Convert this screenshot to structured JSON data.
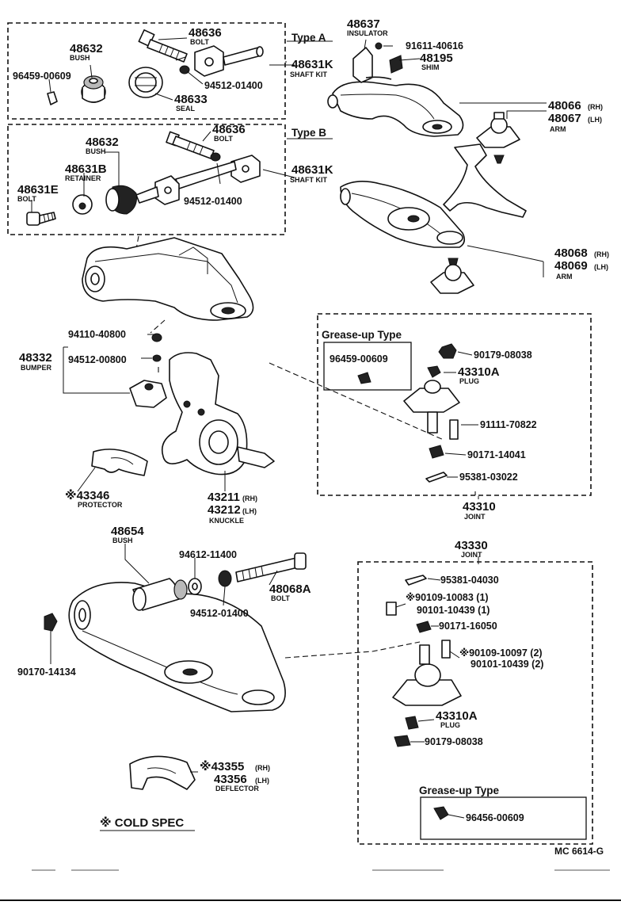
{
  "boxes": {
    "type_a": "Type A",
    "type_b": "Type B",
    "grease_up_1": "Grease-up Type",
    "grease_up_2": "Grease-up Type"
  },
  "labels": {
    "p48636a": "48636",
    "p48636a_n": "BOLT",
    "p48632a": "48632",
    "p48632a_n": "BUSH",
    "p96459a": "96459-00609",
    "p94512a": "94512-01400",
    "p48633": "48633",
    "p48633_n": "SEAL",
    "p48631k_a": "48631K",
    "p48631k_a_n": "SHAFT KIT",
    "p48637": "48637",
    "p48637_n": "INSULATOR",
    "p91611": "91611-40616",
    "p48195": "48195",
    "p48195_n": "SHIM",
    "p48066": "48066",
    "p48066_s": "(RH)",
    "p48067": "48067",
    "p48067_s": "(LH)",
    "p48067_n": "ARM",
    "p48636b": "48636",
    "p48636b_n": "BOLT",
    "p48632b": "48632",
    "p48632b_n": "BUSH",
    "p48631b": "48631B",
    "p48631b_n": "RETAINER",
    "p48631e": "48631E",
    "p48631e_n": "BOLT",
    "p94512b": "94512-01400",
    "p48631k_b": "48631K",
    "p48631k_b_n": "SHAFT KIT",
    "p48068": "48068",
    "p48068_s": "(RH)",
    "p48069": "48069",
    "p48069_s": "(LH)",
    "p48069_n": "ARM",
    "p94110": "94110-40800",
    "p48332": "48332",
    "p48332_n": "BUMPER",
    "p94512c": "94512-00800",
    "p96459b": "96459-00609",
    "p90179a": "90179-08038",
    "p43310a_top": "43310A",
    "p43310a_top_n": "PLUG",
    "p91111": "91111-70822",
    "p90171a": "90171-14041",
    "p95381a": "95381-03022",
    "p43310": "43310",
    "p43310_n": "JOINT",
    "p43346": "※43346",
    "p43346_n": "PROTECTOR",
    "p43211": "43211",
    "p43211_s": "(RH)",
    "p43212": "43212",
    "p43212_s": "(LH)",
    "p43212_n": "KNUCKLE",
    "p48654": "48654",
    "p48654_n": "BUSH",
    "p94612": "94612-11400",
    "p48068a": "48068A",
    "p48068a_n": "BOLT",
    "p94512d": "94512-01400",
    "p90170": "90170-14134",
    "p43330": "43330",
    "p43330_n": "JOINT",
    "p95381b": "95381-04030",
    "p90109a": "※90109-10083 (1)",
    "p90101a": "90101-10439 (1)",
    "p90171b": "90171-16050",
    "p90109b": "※90109-10097 (2)",
    "p90101b": "90101-10439 (2)",
    "p43310a_bot": "43310A",
    "p43310a_bot_n": "PLUG",
    "p90179b": "90179-08038",
    "p43355": "※43355",
    "p43355_s": "(RH)",
    "p43356": "43356",
    "p43356_s": "(LH)",
    "p43356_n": "DEFLECTOR",
    "p96456": "96456-00609"
  },
  "legend": "※ COLD  SPEC",
  "code": "MC  6614-G"
}
